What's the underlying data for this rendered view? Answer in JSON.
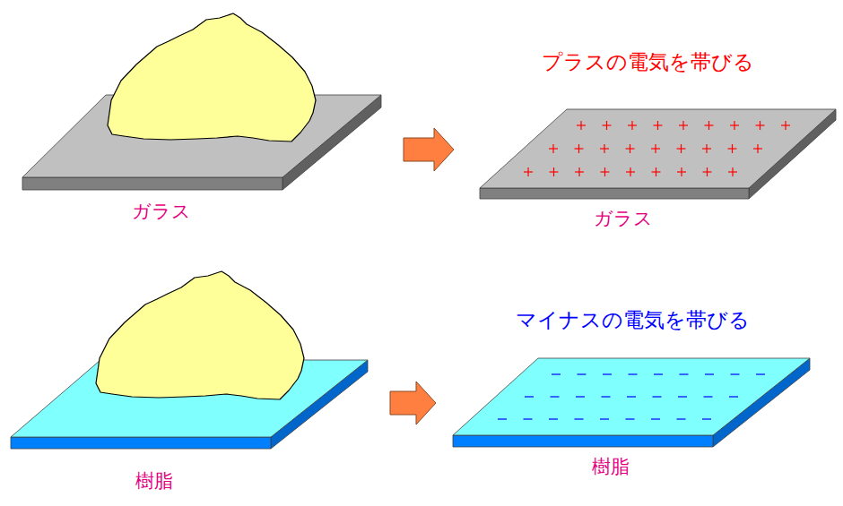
{
  "diagram": {
    "nodes": [
      {
        "text": [
          "ガラス"
        ]
      },
      {
        "text": [
          "プラスの電気を帯びる",
          "ガラス"
        ]
      },
      {
        "text": [
          "樹脂"
        ]
      },
      {
        "text": [
          "マイナスの電気を帯びる",
          "樹脂"
        ]
      }
    ],
    "edges": [
      {
        "from": 0,
        "to": 1,
        "arrow": "to"
      },
      {
        "from": 2,
        "to": 3,
        "arrow": "to"
      }
    ]
  }
}
